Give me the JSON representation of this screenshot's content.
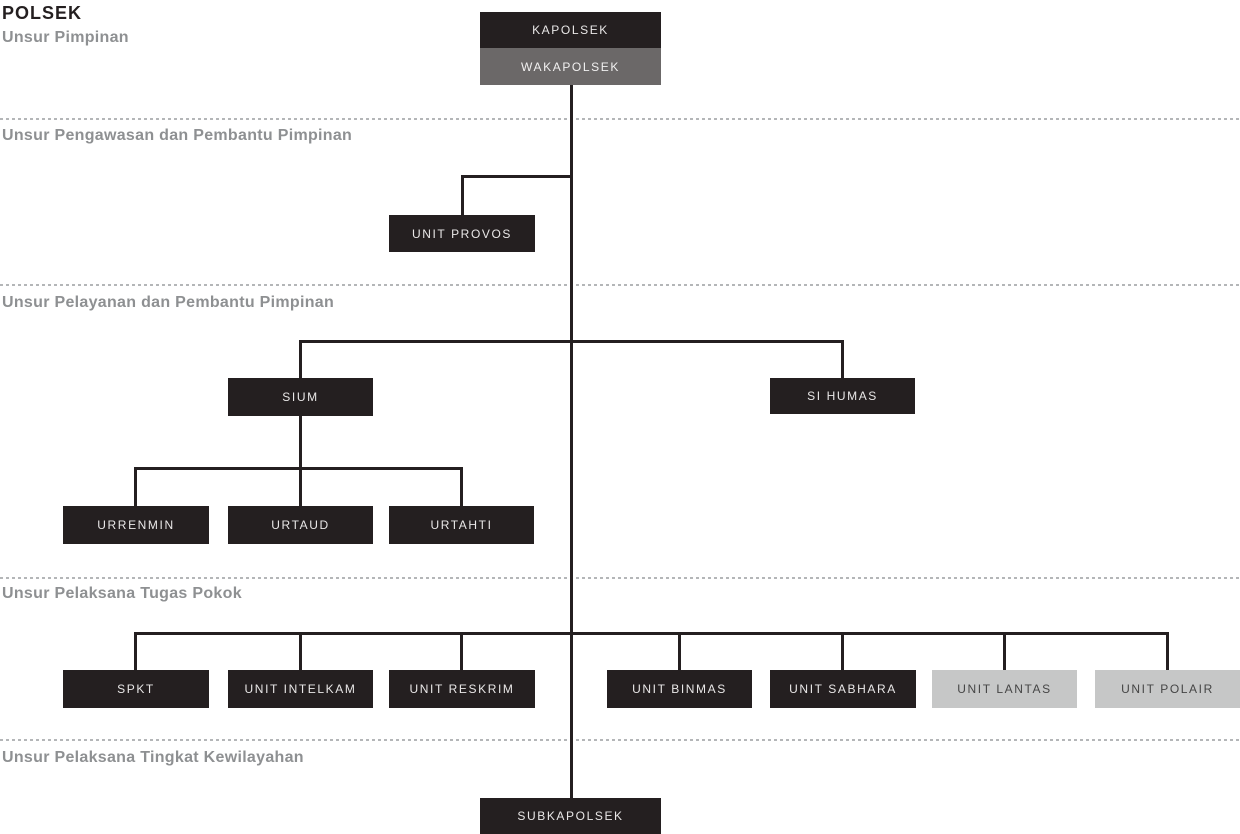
{
  "title": "POLSEK",
  "sections": [
    {
      "label": "Unsur Pimpinan"
    },
    {
      "label": "Unsur Pengawasan dan Pembantu Pimpinan"
    },
    {
      "label": "Unsur Pelayanan dan Pembantu Pimpinan"
    },
    {
      "label": "Unsur Pelaksana Tugas Pokok"
    },
    {
      "label": "Unsur Pelaksana Tingkat Kewilayahan"
    }
  ],
  "nodes": {
    "kapolsek": {
      "label": "KAPOLSEK"
    },
    "wakapolsek": {
      "label": "WAKAPOLSEK"
    },
    "unit_provos": {
      "label": "UNIT PROVOS"
    },
    "sium": {
      "label": "SIUM"
    },
    "si_humas": {
      "label": "SI HUMAS"
    },
    "urrenmin": {
      "label": "URRENMIN"
    },
    "urtaud": {
      "label": "URTAUD"
    },
    "urtahti": {
      "label": "URTAHTI"
    },
    "spkt": {
      "label": "SPKT"
    },
    "unit_intelkam": {
      "label": "UNIT INTELKAM"
    },
    "unit_reskrim": {
      "label": "UNIT RESKRIM"
    },
    "unit_binmas": {
      "label": "UNIT BINMAS"
    },
    "unit_sabhara": {
      "label": "UNIT SABHARA"
    },
    "unit_lantas": {
      "label": "UNIT LANTAS"
    },
    "unit_polair": {
      "label": "UNIT POLAIR"
    },
    "subkapolsek": {
      "label": "SUBKAPOLSEK"
    }
  },
  "colors": {
    "box_dark": "#241f20",
    "box_mid_gray": "#6b6868",
    "box_light_gray": "#c6c7c7",
    "connector": "#241f20",
    "section_label": "#8e9092",
    "divider": "#b4b6b8",
    "title": "#241f20"
  }
}
